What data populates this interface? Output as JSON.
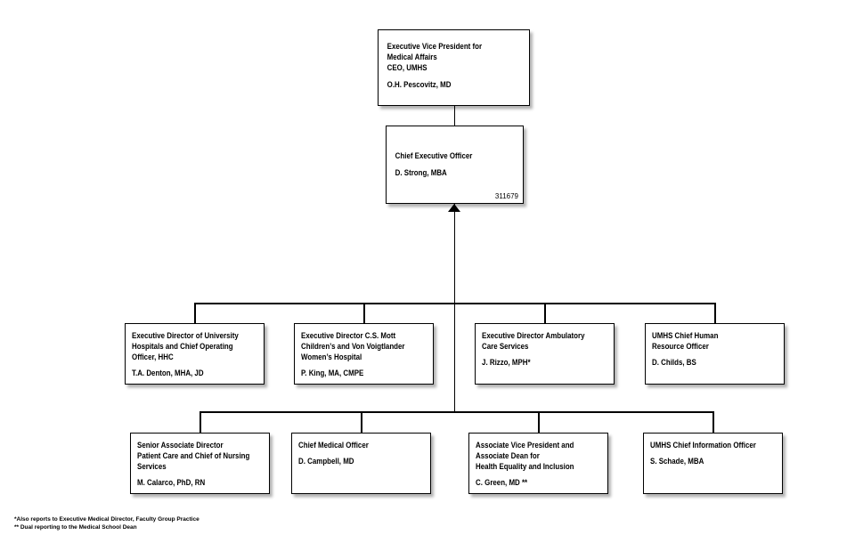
{
  "chart_title": "",
  "nodes": {
    "evp": {
      "title": "Executive Vice President for\nMedical Affairs\nCEO, UMHS",
      "person": "O.H. Pescovitz, MD"
    },
    "ceo": {
      "title": "Chief Executive Officer",
      "person": "D. Strong, MBA",
      "chart_number": "311679"
    },
    "exec_dir_university_hospitals": {
      "title": "Executive Director of University\nHospitals and Chief Operating\nOfficer, HHC",
      "person": "T.A. Denton, MHA, JD"
    },
    "exec_dir_mott": {
      "title": "Executive Director C.S. Mott\nChildren’s and Von Voigtlander\nWomen’s Hospital",
      "person": "P. King, MA, CMPE"
    },
    "exec_dir_ambulatory": {
      "title": "Executive Director Ambulatory\nCare Services",
      "person": "J. Rizzo, MPH*"
    },
    "chief_human_resource": {
      "title": "UMHS Chief Human\nResource Officer",
      "person": "D. Childs, BS"
    },
    "senior_assoc_dir_nursing": {
      "title": "Senior Associate Director\nPatient Care and Chief of Nursing\nServices",
      "person": "M. Calarco, PhD, RN"
    },
    "chief_medical_officer": {
      "title": "Chief Medical Officer",
      "person": "D. Campbell, MD"
    },
    "assoc_vp_health_equality": {
      "title": "Associate Vice President and\nAssociate Dean for\nHealth Equality and Inclusion",
      "person": "C. Green, MD **"
    },
    "chief_information_officer": {
      "title": "UMHS Chief Information Officer",
      "person": "S. Schade, MBA"
    }
  },
  "footnotes": {
    "line1": "*Also reports to Executive Medical Director, Faculty Group Practice",
    "line2": "** Dual reporting to the Medical School Dean"
  },
  "colors": {
    "line": "#000000",
    "box_border": "#000000",
    "box_background": "#ffffff",
    "text": "#000000",
    "shadow": "#bfbfbf"
  }
}
